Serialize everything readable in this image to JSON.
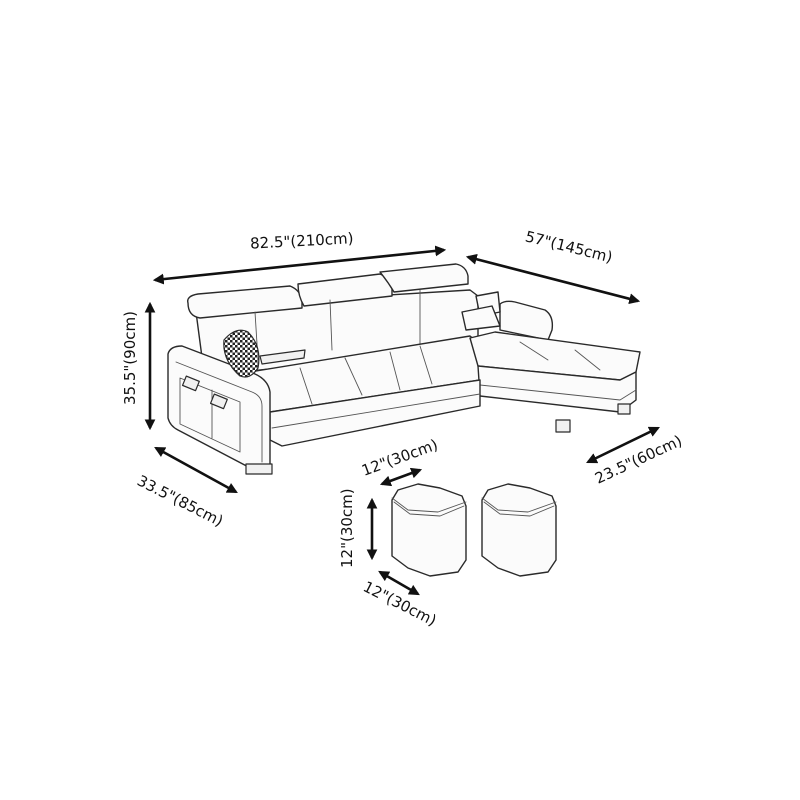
{
  "diagram": {
    "subject": "L-shaped sectional sofa with chaise and two ottomans",
    "colors": {
      "line": "#2a2a2a",
      "arrow": "#111111",
      "background": "#ffffff"
    },
    "dimensions": {
      "sofa_width": {
        "label": "82.5\"(210cm)"
      },
      "chaise_length": {
        "label": "57\"(145cm)"
      },
      "sofa_height": {
        "label": "35.5\"(90cm)"
      },
      "sofa_depth": {
        "label": "33.5\"(85cm)"
      },
      "chaise_width": {
        "label": "23.5\"(60cm)"
      },
      "ottoman_width": {
        "label": "12\"(30cm)"
      },
      "ottoman_height": {
        "label": "12\"(30cm)"
      },
      "ottoman_depth": {
        "label": "12\"(30cm)"
      }
    }
  }
}
